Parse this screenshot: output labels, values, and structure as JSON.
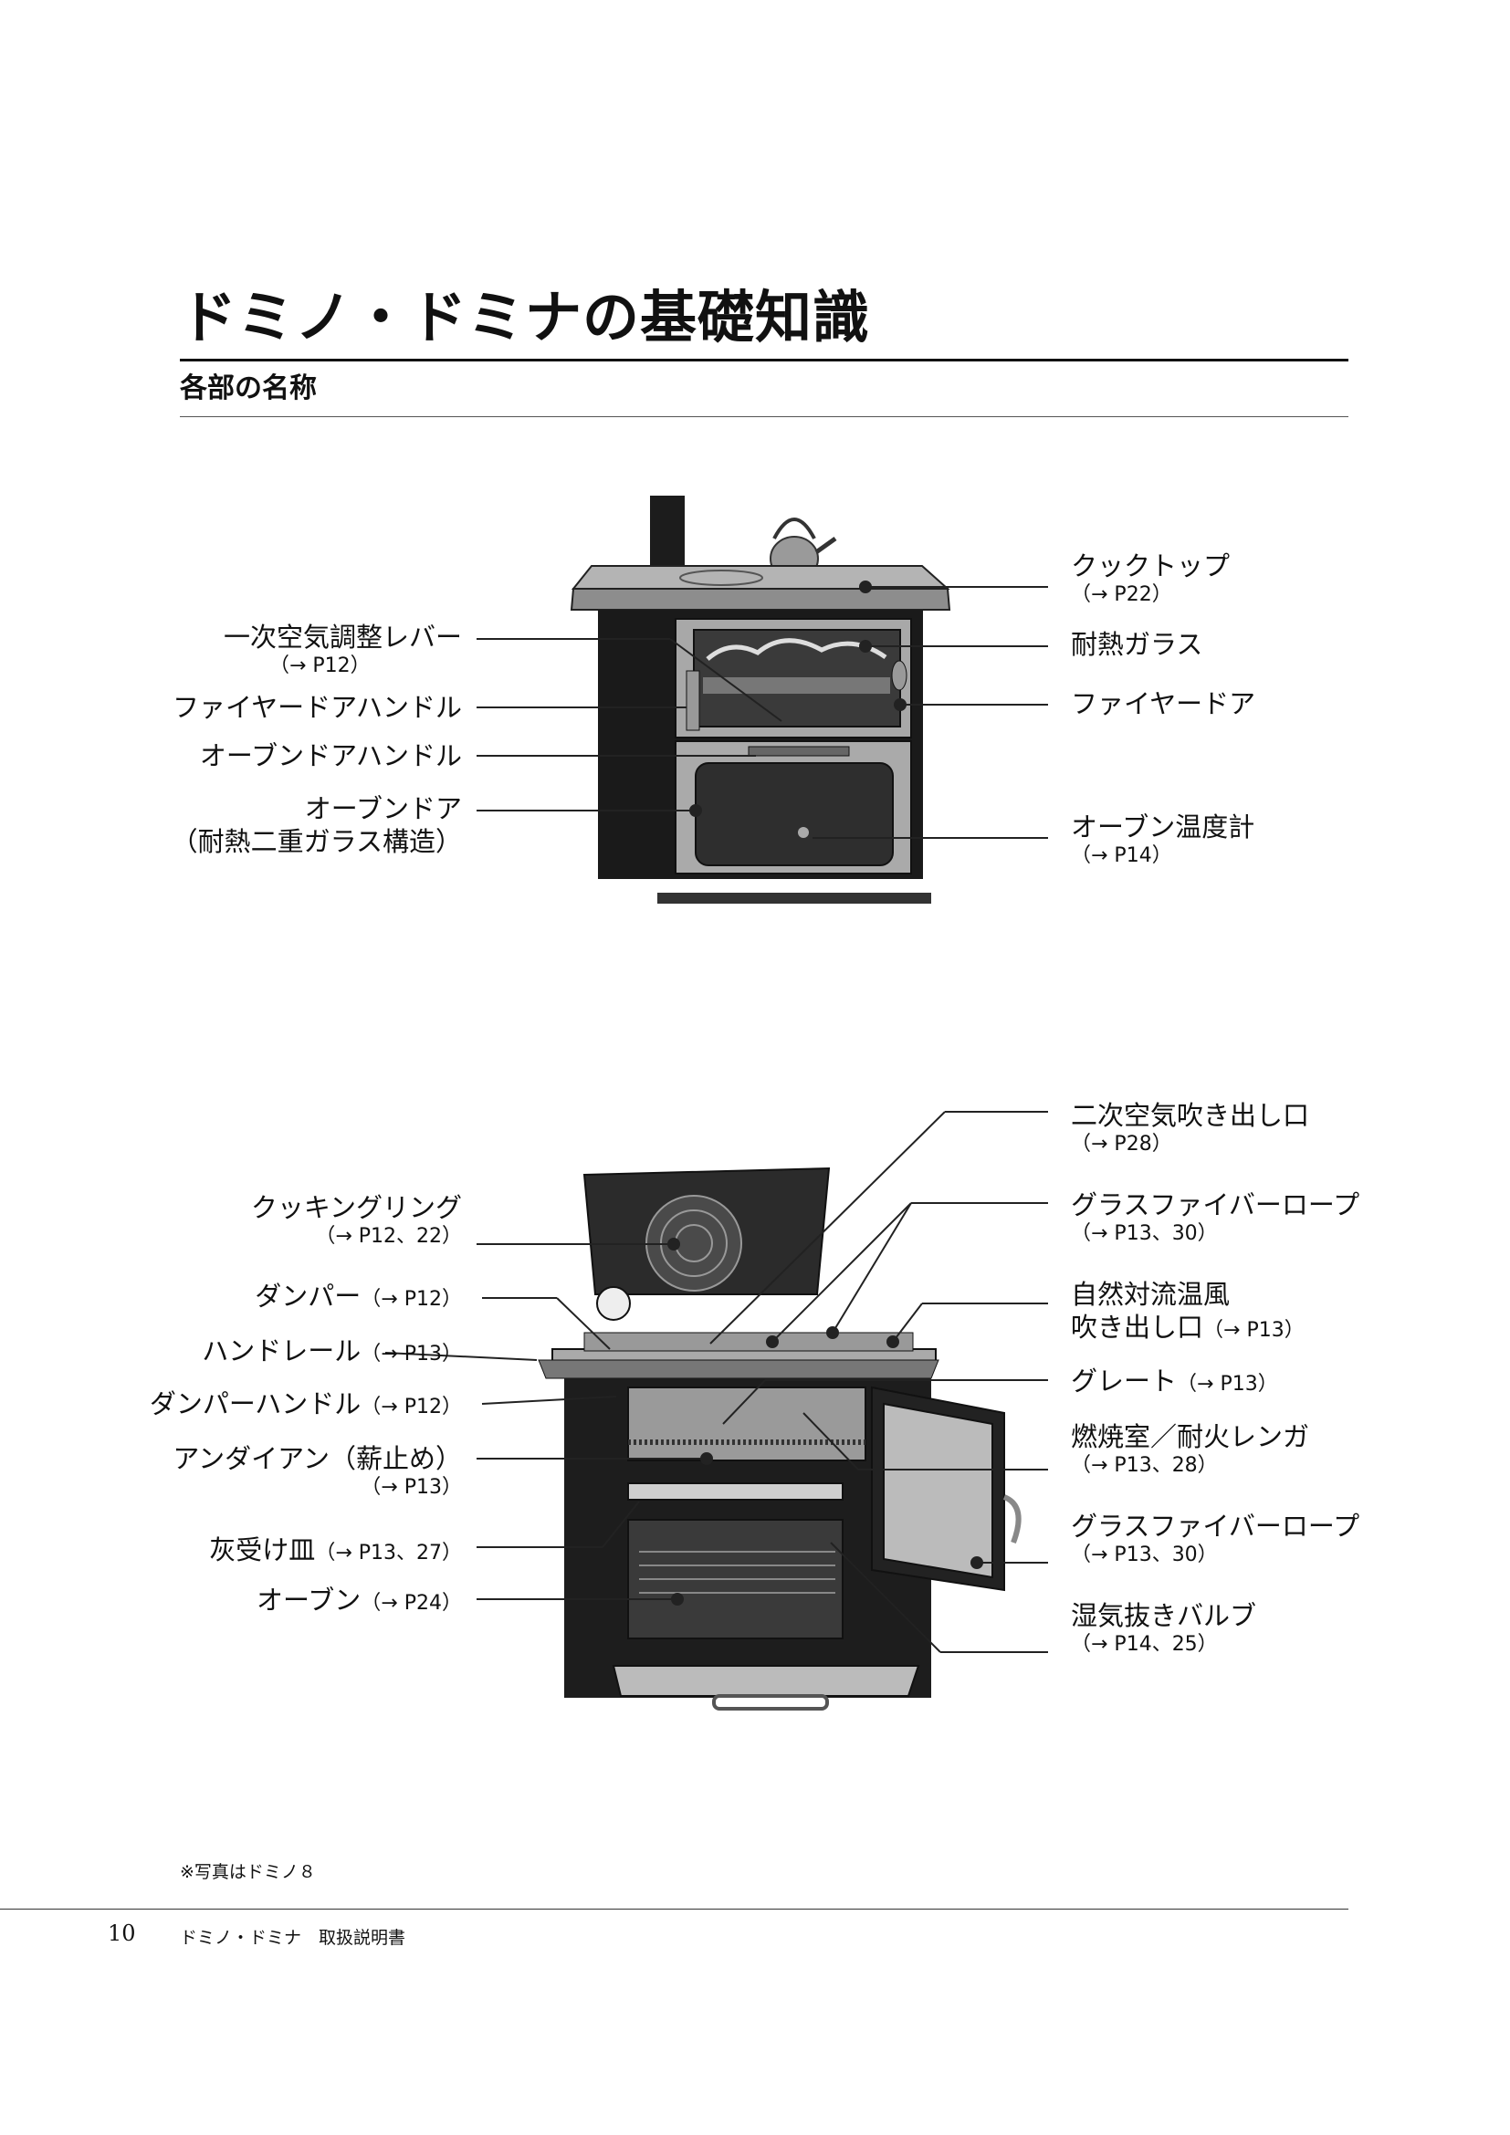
{
  "page": {
    "title": "ドミノ・ドミナの基礎知識",
    "subtitle": "各部の名称",
    "note": "※写真はドミノ８",
    "page_number": "10",
    "footer_title": "ドミノ・ドミナ　取扱説明書"
  },
  "figure1": {
    "labels_left": [
      {
        "text": "一次空気調整レバー",
        "ref": "（→ P12）"
      },
      {
        "text": "ファイヤードアハンドル",
        "ref": ""
      },
      {
        "text": "オーブンドアハンドル",
        "ref": ""
      },
      {
        "text": "オーブンドア",
        "ref": "（耐熱二重ガラス構造）"
      }
    ],
    "labels_right": [
      {
        "text": "クックトップ",
        "ref": "（→ P22）"
      },
      {
        "text": "耐熱ガラス",
        "ref": ""
      },
      {
        "text": "ファイヤードア",
        "ref": ""
      },
      {
        "text": "オーブン温度計",
        "ref": "（→ P14）"
      }
    ]
  },
  "figure2": {
    "labels_left": [
      {
        "text": "クッキングリング",
        "ref": "（→ P12、22）"
      },
      {
        "text": "ダンパー",
        "ref": "（→ P12）"
      },
      {
        "text": "ハンドレール",
        "ref": "（→ P13）"
      },
      {
        "text": "ダンパーハンドル",
        "ref": "（→ P12）"
      },
      {
        "text": "アンダイアン（薪止め）",
        "ref": "（→ P13）"
      },
      {
        "text": "灰受け皿",
        "ref": "（→ P13、27）"
      },
      {
        "text": "オーブン",
        "ref": "（→ P24）"
      }
    ],
    "labels_right": [
      {
        "text": "二次空気吹き出し口",
        "ref": "（→ P28）"
      },
      {
        "text": "グラスファイバーロープ",
        "ref": "（→ P13、30）"
      },
      {
        "text": "自然対流温風",
        "text2": "吹き出し口",
        "ref": "（→ P13）"
      },
      {
        "text": "グレート",
        "ref": "（→ P13）"
      },
      {
        "text": "燃焼室／耐火レンガ",
        "ref": "（→ P13、28）"
      },
      {
        "text": "グラスファイバーロープ",
        "ref": "（→ P13、30）"
      },
      {
        "text": "湿気抜きバルブ",
        "ref": "（→ P14、25）"
      }
    ]
  }
}
